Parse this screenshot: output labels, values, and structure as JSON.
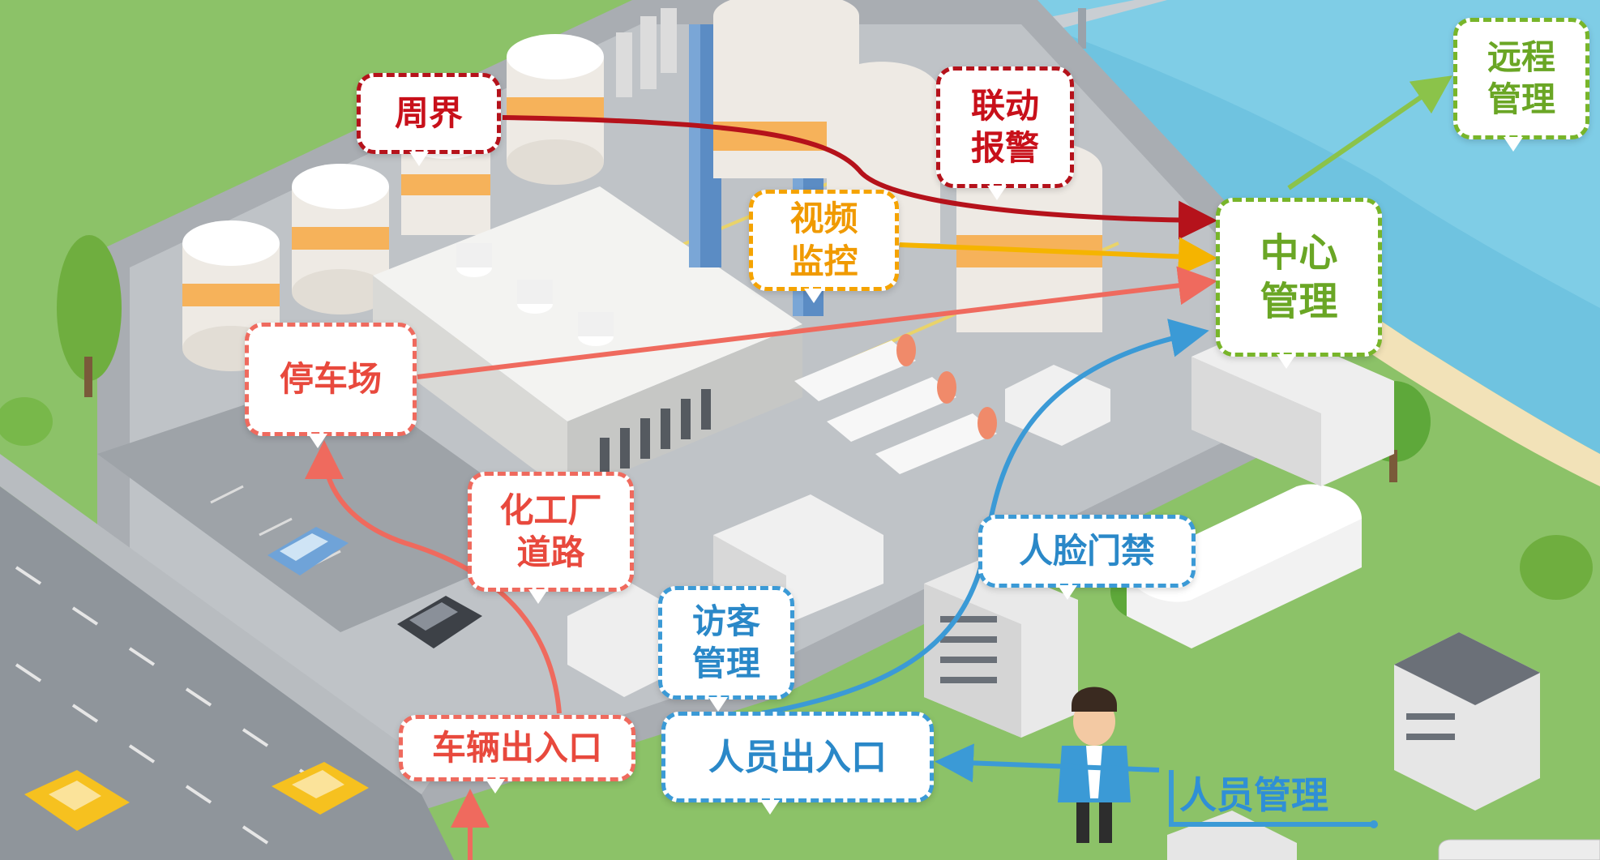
{
  "labels": {
    "perimeter": "周界",
    "linkage_alarm": "联动\n报警",
    "remote_management": "远程\n管理",
    "video_surveillance": "视频\n监控",
    "central_management": "中心\n管理",
    "parking_lot": "停车场",
    "chemical_plant_road": "化工厂\n道路",
    "visitor_management": "访客\n管理",
    "face_access_control": "人脸门禁",
    "vehicle_entrance": "车辆出入口",
    "personnel_entrance": "人员出入口",
    "personnel_management": "人员管理"
  },
  "colors": {
    "dark_red": "#b5121b",
    "salmon": "#ef6a5e",
    "orange": "#f5b400",
    "green": "#78b52a",
    "blue": "#3b9ad6",
    "grass": "#8cc268",
    "water": "#6fc3e0"
  }
}
